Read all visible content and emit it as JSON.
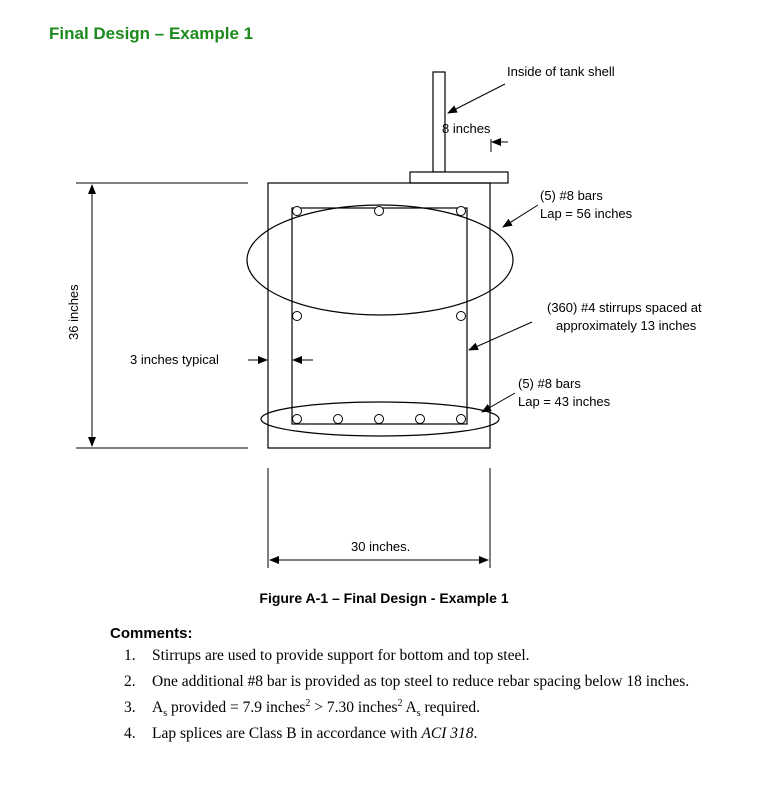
{
  "header": {
    "title": "Final Design – Example 1"
  },
  "figure": {
    "labels": {
      "shell": "Inside of tank shell",
      "shell_width": "8 inches",
      "top_bars_1": "(5) #8 bars",
      "top_bars_2": "Lap = 56 inches",
      "stirrups_1": "(360) #4 stirrups spaced at",
      "stirrups_2": "approximately 13 inches",
      "cover": "3 inches typical",
      "bottom_bars_1": "(5) #8 bars",
      "bottom_bars_2": "Lap = 43 inches",
      "height": "36 inches",
      "width": "30 inches."
    },
    "caption": "Figure A-1 – Final Design - Example 1"
  },
  "comments": {
    "heading": "Comments:",
    "items": [
      {
        "num": "1.",
        "text": "Stirrups are used to provide support for bottom and top steel."
      },
      {
        "num": "2.",
        "text": "One additional #8 bar is provided as top steel to reduce rebar spacing below 18 inches."
      },
      {
        "num": "3.",
        "a_pre": "A",
        "a_sub": "s",
        "provided": " provided = 7.9 inches",
        "sup1": "2",
        "gt": " > 7.30 inches",
        "sup2": "2",
        "a2": " A",
        "a2_sub": "s",
        "required": " required."
      },
      {
        "num": "4.",
        "pre": "Lap splices are Class B in accordance with ",
        "ref": "ACI 318",
        "post": "."
      }
    ]
  }
}
